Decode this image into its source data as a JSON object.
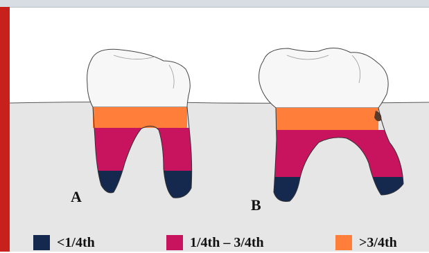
{
  "labels": {
    "tooth_a": "A",
    "tooth_b": "B"
  },
  "legend": [
    {
      "label": "<1/4th",
      "color": "#15294f"
    },
    {
      "label": "1/4th – 3/4th",
      "color": "#c8145f"
    },
    {
      "label": ">3/4th",
      "color": "#ff7f3a"
    }
  ],
  "colors": {
    "enamel": "#f7f7f7",
    "gingiva": "#e6e6e6",
    "accent_bar": "#c8201a"
  }
}
